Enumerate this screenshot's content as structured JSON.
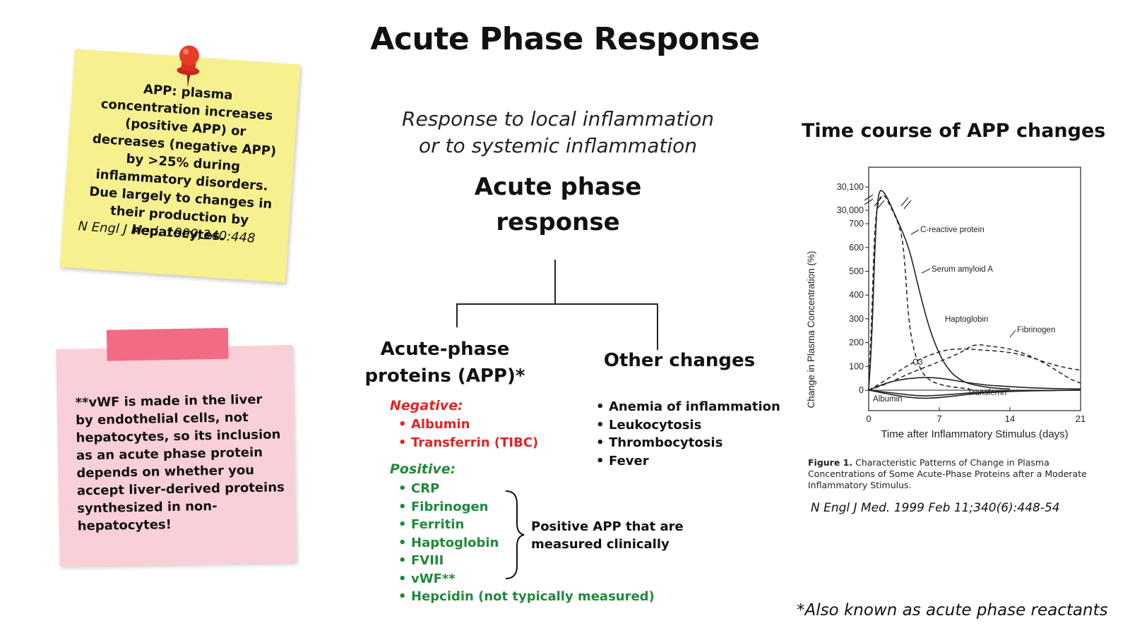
{
  "title": "Acute Phase Response",
  "subtitle": [
    "Response to local inflammation",
    "or to systemic inflammation"
  ],
  "center_heading": [
    "Acute phase",
    "response"
  ],
  "app_heading": [
    "Acute-phase",
    "proteins (APP)*"
  ],
  "other_heading": "Other changes",
  "negative": {
    "label": "Negative:",
    "items": [
      "Albumin",
      "Transferrin (TIBC)"
    ]
  },
  "positive": {
    "label": "Positive:",
    "items": [
      "CRP",
      "Fibrinogen",
      "Ferritin",
      "Haptoglobin",
      "FVIII",
      "vWF**",
      "Hepcidin (not typically measured)"
    ]
  },
  "brace_label": [
    "Positive APP that are",
    "measured clinically"
  ],
  "other_changes": [
    "Anemia of inflammation",
    "Leukocytosis",
    "Thrombocytosis",
    "Fever"
  ],
  "yellow_note": {
    "text": "APP: plasma concentration increases (positive APP) or decreases (negative APP) by >25% during inflammatory disorders. Due largely to changes in their production by hepatocytes.",
    "citation": "N Engl J Med. 1999;340:448"
  },
  "pink_note": {
    "text": "**vWF is made in the liver by endothelial cells, not hepatocytes, so its inclusion as an acute phase protein depends on whether you accept liver-derived proteins synthesized in non-hepatocytes!"
  },
  "chart": {
    "title": "Time course of APP changes",
    "xlabel": "Time after Inflammatory Stimulus (days)",
    "ylabel": "Change in Plasma Concentration (%)",
    "caption_bold": "Figure 1.",
    "caption": "Characteristic Patterns of Change in Plasma Concentrations of Some Acute-Phase Proteins after a Moderate Inflammatory Stimulus.",
    "citation": "N Engl J Med. 1999 Feb 11;340(6):448-54"
  },
  "chart_data": {
    "type": "line",
    "title": "Time course of APP changes",
    "xlabel": "Time after Inflammatory Stimulus (days)",
    "ylabel": "Change in Plasma Concentration (%)",
    "x_ticks": [
      "0",
      "7",
      "14",
      "21"
    ],
    "y_ticks": [
      "0",
      "100",
      "200",
      "300",
      "400",
      "500",
      "600",
      "700",
      "30,000",
      "30,100"
    ],
    "xlim": [
      0,
      21
    ],
    "axis_break": "y between 700 and 30,000",
    "series": [
      {
        "name": "C-reactive protein",
        "style": "solid",
        "x": [
          0,
          0.3,
          0.7,
          1,
          1.5,
          2,
          3,
          4,
          5,
          6,
          7,
          8,
          9,
          10,
          12,
          14
        ],
        "y": [
          0,
          200,
          700,
          30090,
          30080,
          30040,
          700,
          600,
          420,
          260,
          150,
          80,
          45,
          25,
          10,
          5
        ]
      },
      {
        "name": "Serum amyloid A",
        "style": "dashed",
        "x": [
          0,
          0.3,
          0.6,
          1,
          1.5,
          2,
          3,
          3.5,
          4,
          5,
          6,
          7,
          8,
          10
        ],
        "y": [
          0,
          300,
          700,
          30050,
          30070,
          30030,
          700,
          600,
          250,
          90,
          40,
          25,
          15,
          5
        ]
      },
      {
        "name": "Haptoglobin",
        "style": "dashed",
        "x": [
          0,
          2,
          4,
          7,
          9,
          11,
          14,
          16,
          18,
          20,
          21
        ],
        "y": [
          0,
          50,
          110,
          165,
          175,
          170,
          160,
          140,
          110,
          90,
          85
        ]
      },
      {
        "name": "Fibrinogen",
        "style": "dashed",
        "x": [
          0,
          2,
          4,
          7,
          9,
          10.5,
          12,
          14,
          16,
          18,
          20,
          21
        ],
        "y": [
          0,
          30,
          70,
          120,
          155,
          195,
          185,
          175,
          145,
          100,
          45,
          30
        ]
      },
      {
        "name": "C3",
        "style": "solid",
        "x": [
          0,
          2,
          4,
          6,
          8,
          10,
          12,
          14,
          16,
          18,
          21
        ],
        "y": [
          0,
          35,
          50,
          55,
          45,
          30,
          20,
          15,
          10,
          7,
          5
        ]
      },
      {
        "name": "Transferrin",
        "style": "solid",
        "x": [
          0,
          3,
          5,
          7,
          9,
          11,
          14,
          17,
          21
        ],
        "y": [
          0,
          -15,
          -25,
          -22,
          -15,
          -8,
          -3,
          -1,
          0
        ]
      },
      {
        "name": "Albumin",
        "style": "solid",
        "x": [
          0,
          3,
          5,
          7,
          9,
          11,
          14,
          17,
          21
        ],
        "y": [
          0,
          -25,
          -35,
          -32,
          -22,
          -12,
          -5,
          -2,
          0
        ]
      }
    ]
  }
}
